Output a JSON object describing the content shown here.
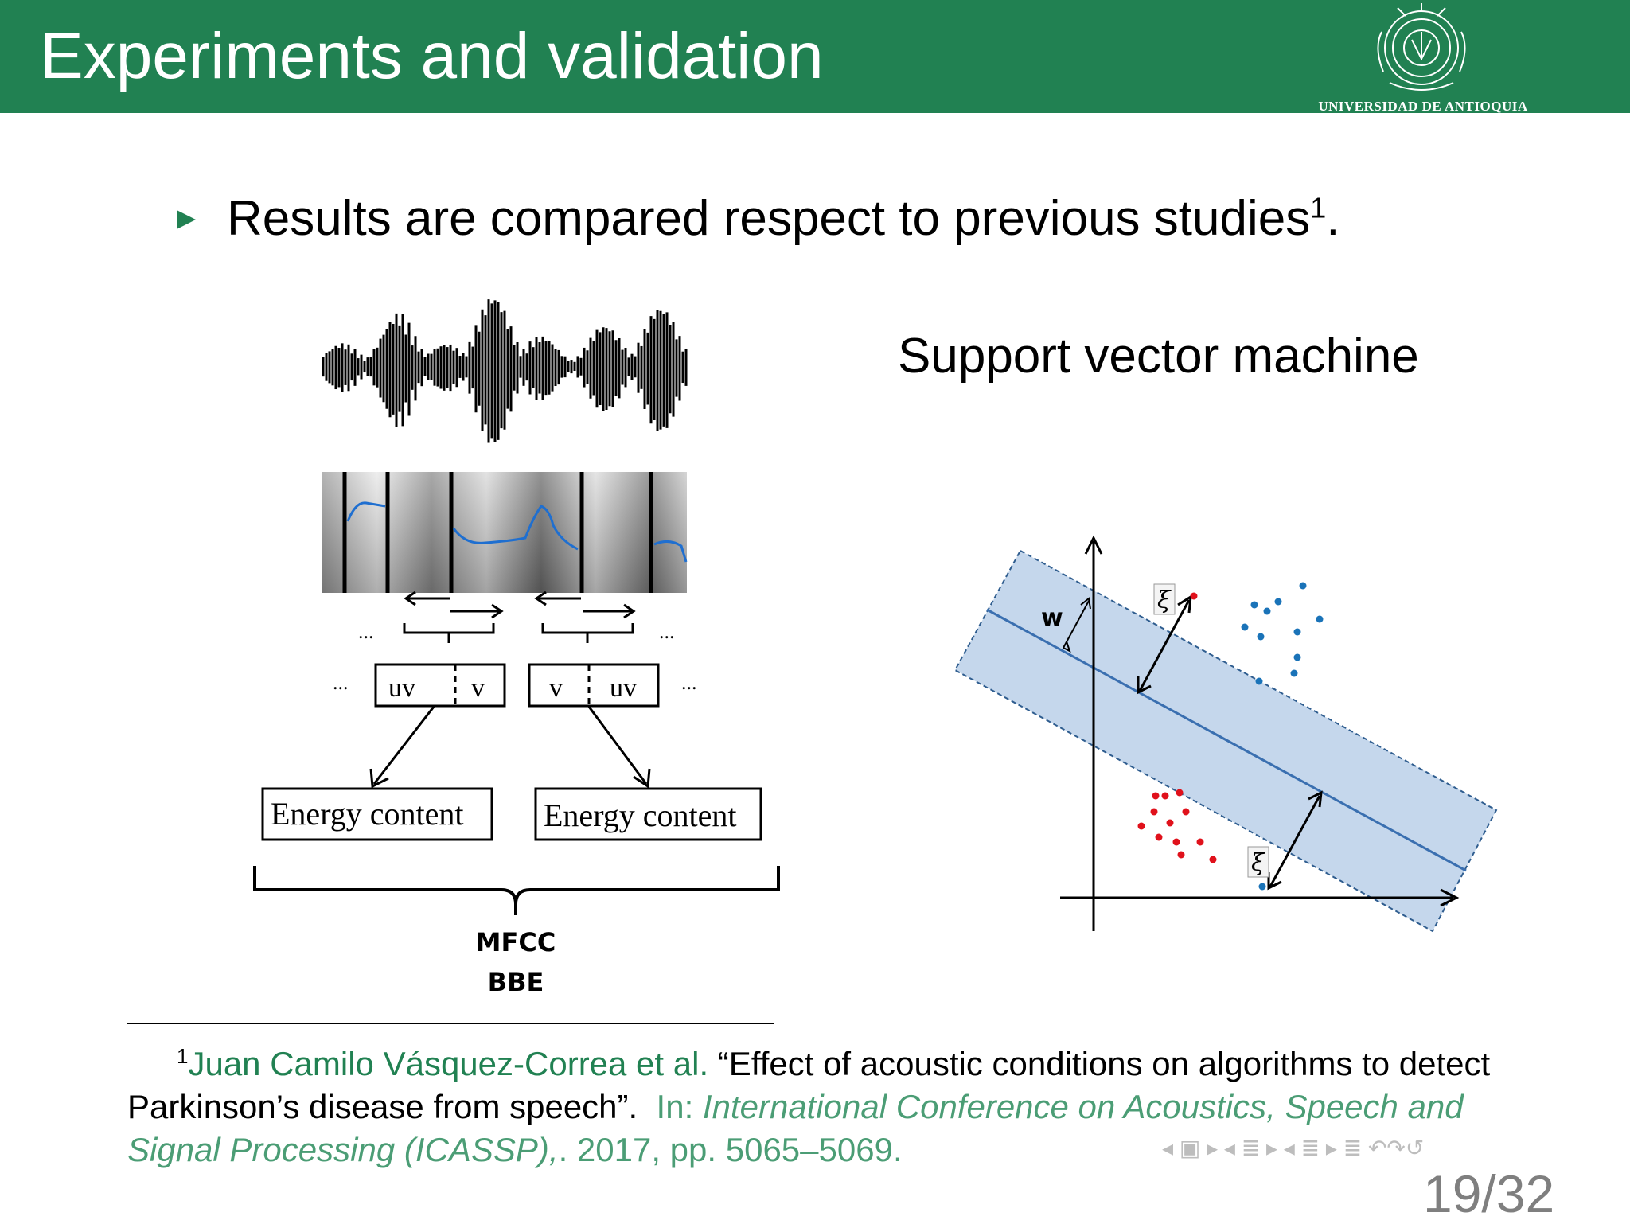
{
  "header": {
    "title": "Experiments and validation",
    "logo_text": "UNIVERSIDAD DE ANTIOQUIA"
  },
  "bullet": {
    "text": "Results are compared respect to previous studies",
    "footnote_ref": "1",
    "end": "."
  },
  "left_diagram": {
    "dots": "...",
    "segments": [
      {
        "left": "uv",
        "right": "v"
      },
      {
        "left": "v",
        "right": "uv"
      }
    ],
    "boxes": [
      "Energy content",
      "Energy content"
    ],
    "features": [
      "MFCC",
      "BBE"
    ]
  },
  "right_diagram": {
    "title": "Support vector machine",
    "w_label": "w",
    "xi_label": "ξ"
  },
  "footnote": {
    "mark": "1",
    "authors": "Juan Camilo Vásquez-Correa et al.",
    "paper_title": "“Effect of acoustic conditions on algorithms to detect Parkinson’s disease from speech”.",
    "in_label": "In:",
    "venue": "International Conference on Acoustics, Speech and Signal Processing (ICASSP),",
    "details": ". 2017, pp. 5065–5069."
  },
  "nav": {
    "icons": "◂ ▣ ▸ ◂ ≣ ▸ ◂ ≣ ▸ ≣ ↶↷↺",
    "page_current": "19",
    "page_total": "32"
  },
  "colors": {
    "header_green": "#218152",
    "margin_band": "#c5d7ec",
    "red_class": "#e0111b",
    "blue_class": "#1a73b8"
  }
}
